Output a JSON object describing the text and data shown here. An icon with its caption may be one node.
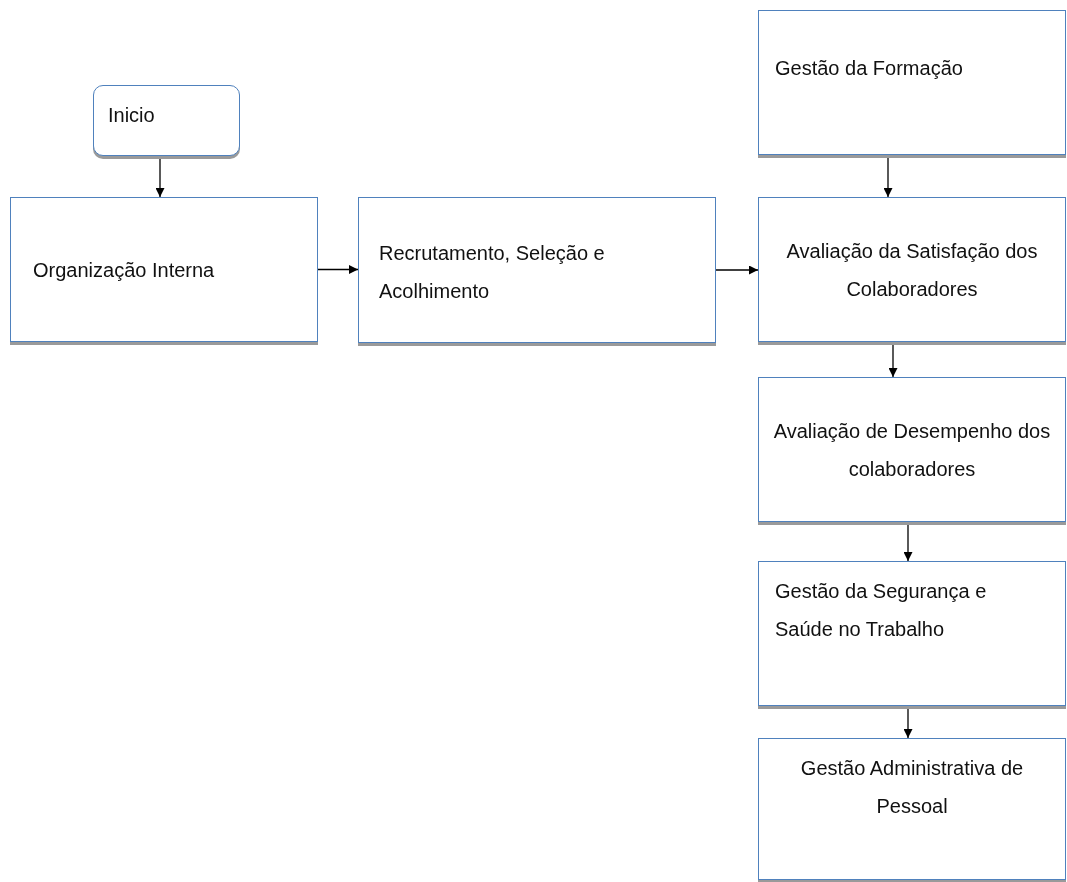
{
  "diagram": {
    "nodes": [
      {
        "text": [
          "Inicio"
        ]
      },
      {
        "text": [
          "Organização Interna"
        ]
      },
      {
        "text": [
          "Recrutamento, Seleção e Acolhimento"
        ]
      },
      {
        "text": [
          "Gestão da Formação"
        ]
      },
      {
        "text": [
          "Avaliação da Satisfação dos Colaboradores"
        ]
      },
      {
        "text": [
          "Avaliação de Desempenho dos colaboradores"
        ]
      },
      {
        "text": [
          "Gestão da Segurança e Saúde no Trabalho"
        ]
      },
      {
        "text": [
          "Gestão Administrativa de Pessoal"
        ]
      }
    ],
    "edges": [
      {
        "from": 0,
        "to": 1,
        "arrow": "to"
      },
      {
        "from": 1,
        "to": 2,
        "arrow": "to"
      },
      {
        "from": 2,
        "to": 4,
        "arrow": "to"
      },
      {
        "from": 3,
        "to": 4,
        "arrow": "to"
      },
      {
        "from": 4,
        "to": 5,
        "arrow": "to"
      },
      {
        "from": 5,
        "to": 6,
        "arrow": "to"
      },
      {
        "from": 6,
        "to": 7,
        "arrow": "to"
      }
    ]
  }
}
